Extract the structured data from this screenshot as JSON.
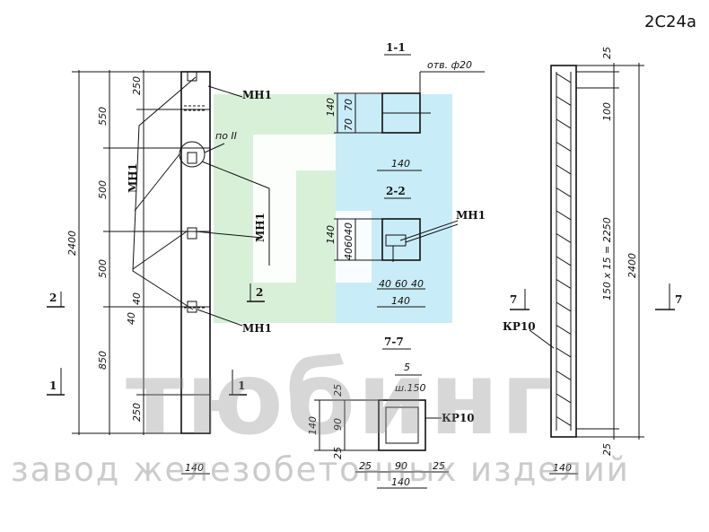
{
  "drawing_code": "2С24а",
  "watermark": {
    "brand": "тюбинг",
    "subtitle": "завод железобетонных изделий"
  },
  "section_labels": {
    "s11": "1-1",
    "s22": "2-2",
    "s77": "7-7"
  },
  "marks": {
    "mn1": "МН1",
    "kr10": "КР10",
    "hole": "отв. ф20",
    "po": "по",
    "po_num": "II",
    "w150": "ш.150",
    "cut1": "1",
    "cut2": "2",
    "cut7": "7",
    "five": "5"
  },
  "dims": {
    "total_height": "2400",
    "d250": "250",
    "d550": "550",
    "d500": "500",
    "d40": "40",
    "d850": "850",
    "d140": "140",
    "d70": "70",
    "d60": "60",
    "d25": "25",
    "d90": "90",
    "d100": "100",
    "stirrups": "150 x 15 = 2250"
  },
  "colors": {
    "green_tint": "#d8f0d8",
    "blue_tint": "#c8ecf8",
    "ink": "#111111",
    "watermark": "#8c8c8c"
  }
}
